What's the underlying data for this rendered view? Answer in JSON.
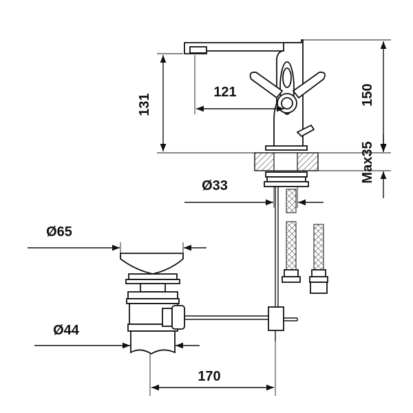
{
  "dimensions": {
    "spout_height": "131",
    "total_height": "150",
    "spout_reach": "121",
    "max_deck": "Max35",
    "hole_diameter": "Ø33",
    "waste_top_diameter": "Ø65",
    "waste_body_diameter": "Ø44",
    "waste_offset": "170"
  },
  "icons": {
    "faucet": "faucet-icon",
    "waste": "pop-up-waste-icon",
    "hose": "braided-hose-icon"
  }
}
